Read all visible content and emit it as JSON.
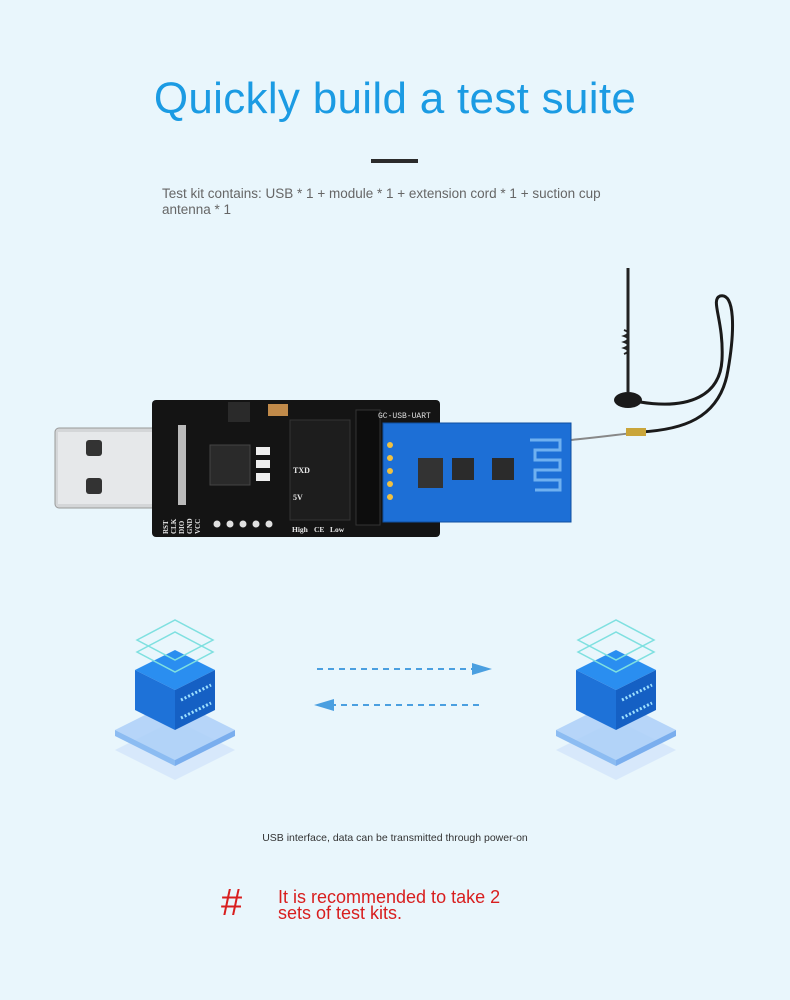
{
  "header": {
    "title": "Quickly build a test suite",
    "subtitle": "Test kit contains: USB * 1 + module * 1 + extension cord * 1 + suction cup antenna * 1"
  },
  "product_photo": {
    "board_label": "GC-USB-UART",
    "pin_labels": [
      "RST",
      "CLK",
      "DIO",
      "GND",
      "VCC"
    ],
    "jumper_labels": [
      "TXD",
      "5V",
      "High",
      "CE",
      "Low"
    ]
  },
  "diagram": {
    "left_icon": "server-icon",
    "right_icon": "server-icon",
    "arrow_color": "#4a9fe0"
  },
  "caption": "USB interface, data can be transmitted through power-on",
  "note": {
    "symbol": "#",
    "text": "It is recommended to take 2 sets of test kits.",
    "color": "#d81e1e"
  },
  "colors": {
    "title": "#1b9be3",
    "background": "#e9f6fc"
  }
}
